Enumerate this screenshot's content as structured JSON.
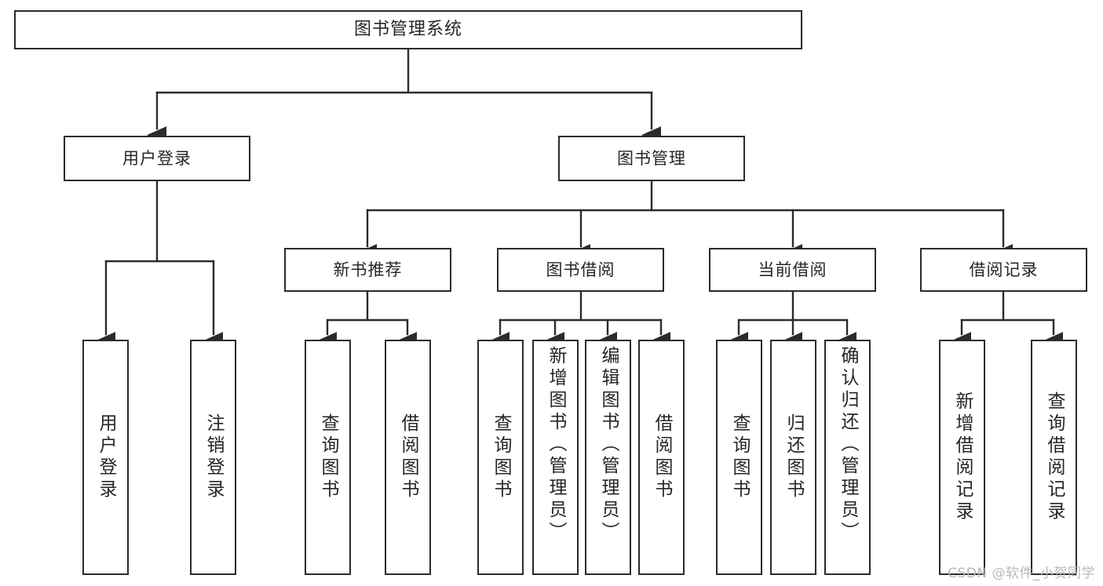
{
  "diagram": {
    "title": "图书管理系统",
    "type": "tree-hierarchy",
    "colors": {
      "stroke": "#2b2b2b",
      "fill": "#ffffff",
      "text": "#262626",
      "watermark": "#b9b9b9"
    },
    "root": {
      "label": "图书管理系统"
    },
    "level2": [
      {
        "label": "用户登录"
      },
      {
        "label": "图书管理"
      }
    ],
    "level3": [
      {
        "label": "新书推荐"
      },
      {
        "label": "图书借阅"
      },
      {
        "label": "当前借阅"
      },
      {
        "label": "借阅记录"
      }
    ],
    "leaves": {
      "user_login": [
        {
          "label": "用户登录"
        },
        {
          "label": "注销登录"
        }
      ],
      "new_book_recommend": [
        {
          "label": "查询图书"
        },
        {
          "label": "借阅图书"
        }
      ],
      "book_borrow": [
        {
          "label": "查询图书"
        },
        {
          "label": "新增图书（管理员）"
        },
        {
          "label": "编辑图书（管理员）"
        },
        {
          "label": "借阅图书"
        }
      ],
      "current_borrow": [
        {
          "label": "查询图书"
        },
        {
          "label": "归还图书"
        },
        {
          "label": "确认归还（管理员）"
        }
      ],
      "borrow_record": [
        {
          "label": "新增借阅记录"
        },
        {
          "label": "查询借阅记录"
        }
      ]
    }
  },
  "watermark": {
    "text": "CSDN @软件_小贺同学"
  }
}
